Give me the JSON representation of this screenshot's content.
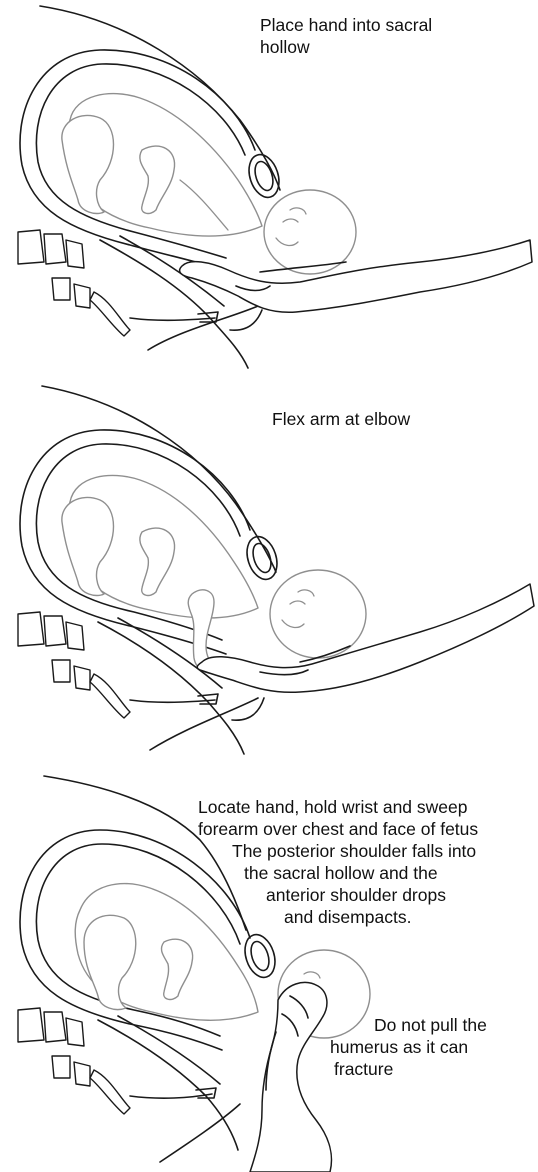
{
  "panels": [
    {
      "caption_lines": [
        "Place hand into sacral",
        "hollow"
      ]
    },
    {
      "caption_lines": [
        "Flex arm at elbow"
      ]
    },
    {
      "caption_lines": [
        "Locate hand, hold wrist and sweep",
        "forearm over chest and face of fetus",
        "The posterior shoulder falls into",
        "the sacral hollow and the",
        "anterior shoulder drops",
        "and disempacts."
      ],
      "note_lines": [
        "Do not pull the",
        "humerus as it can",
        "fracture"
      ]
    }
  ],
  "colors": {
    "outline": "#1a1a1a",
    "fetus_outline": "#8f8f8f",
    "background": "#ffffff"
  }
}
